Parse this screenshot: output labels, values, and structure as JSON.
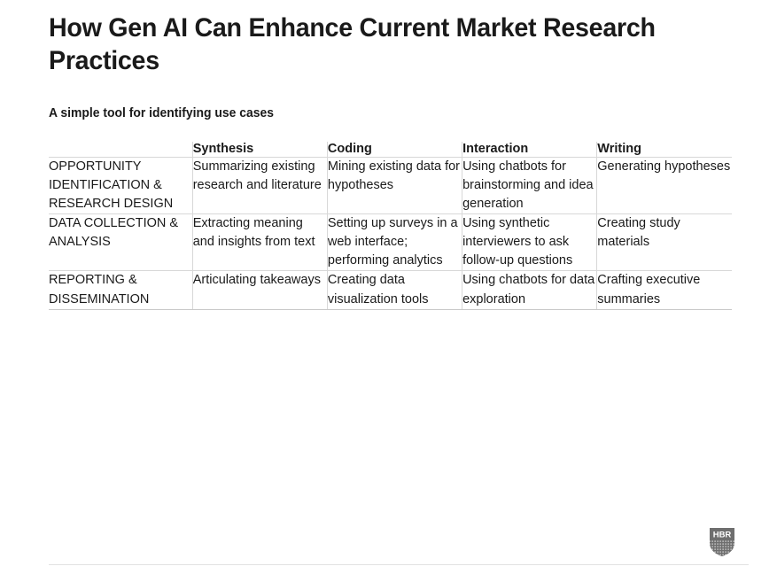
{
  "article": {
    "title": "How Gen AI Can Enhance Current Market Research Practices",
    "subtitle": "A simple tool for identifying use cases"
  },
  "table": {
    "corner_label": "",
    "columns": [
      "Synthesis",
      "Coding",
      "Interaction",
      "Writing"
    ],
    "rows": [
      {
        "label": "OPPORTUNITY IDENTIFICATION & RESEARCH DESIGN",
        "cells": [
          "Summarizing existing research and literature",
          "Mining existing data for hypotheses",
          "Using chatbots for brainstorming and idea generation",
          "Generating hypotheses"
        ]
      },
      {
        "label": "DATA COLLECTION & ANALYSIS",
        "cells": [
          "Extracting meaning and insights from text",
          "Setting up surveys in a web interface; performing analytics",
          "Using synthetic interviewers to ask follow-up questions",
          "Creating study materials"
        ]
      },
      {
        "label": "REPORTING & DISSEMINATION",
        "cells": [
          "Articulating takeaways",
          "Creating data visualization tools",
          "Using chatbots for data exploration",
          "Crafting executive summaries"
        ]
      }
    ]
  },
  "footer": {
    "logo_text": "HBR",
    "logo_name": "hbr-shield-logo"
  },
  "colors": {
    "text": "#1a1a1a",
    "rule": "#d8d8d8",
    "footer_rule": "#e2e2e2",
    "logo_fill": "#6e6e6e"
  }
}
